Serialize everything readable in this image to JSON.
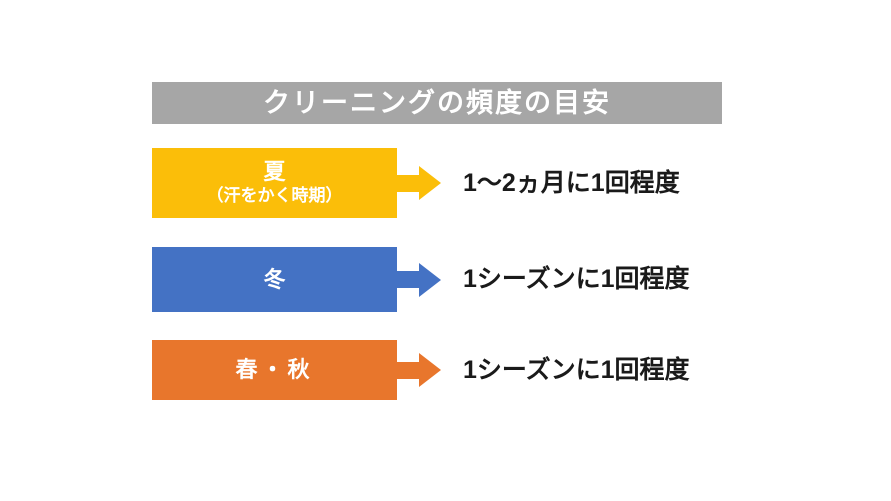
{
  "title": {
    "text": "クリーニングの頻度の目安",
    "bar_color": "#a6a6a6",
    "text_color": "#ffffff"
  },
  "rows": [
    {
      "label": "夏",
      "sublabel": "（汗をかく時期）",
      "description": "1〜2ヵ月に1回程度",
      "color": "#fbbe09",
      "arrow_name": "arrow-right-summer"
    },
    {
      "label": "冬",
      "sublabel": "",
      "description": "1シーズンに1回程度",
      "color": "#4472c4",
      "arrow_name": "arrow-right-winter"
    },
    {
      "label": "春・秋",
      "sublabel": "",
      "description": "1シーズンに1回程度",
      "color": "#e8762c",
      "arrow_name": "arrow-right-spring-autumn"
    }
  ]
}
